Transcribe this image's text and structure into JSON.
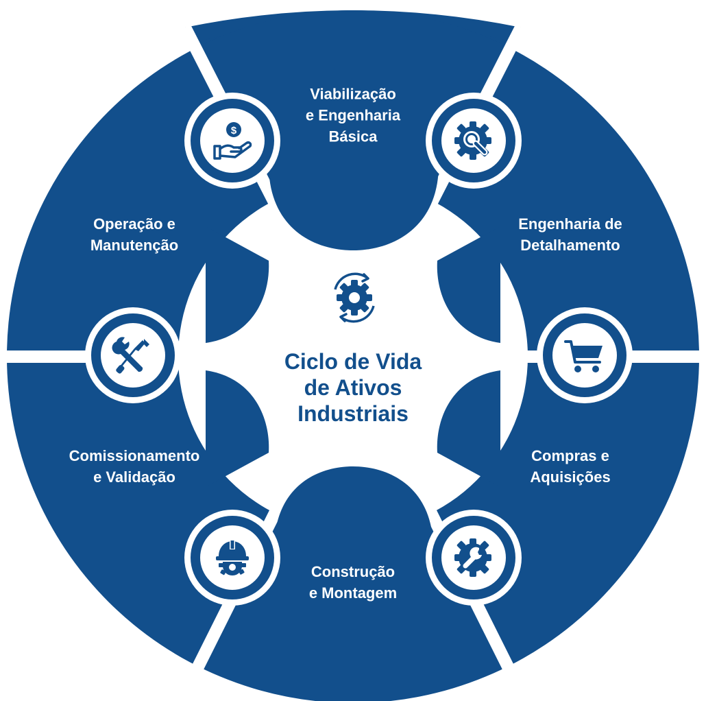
{
  "diagram": {
    "title_lines": [
      "Ciclo de Vida",
      "de Ativos",
      "Industriais"
    ],
    "center_icon": "cycle-gear-icon",
    "stages": [
      {
        "id": "viabilizacao",
        "lines": [
          "Viabilização",
          "e Engenharia",
          "Básica"
        ],
        "icon": "money-hand-icon"
      },
      {
        "id": "engenharia-detalhamento",
        "lines": [
          "Engenharia de",
          "Detalhamento"
        ],
        "icon": "gear-magnifier-icon"
      },
      {
        "id": "compras",
        "lines": [
          "Compras e",
          "Aquisições"
        ],
        "icon": "shopping-cart-icon"
      },
      {
        "id": "construcao",
        "lines": [
          "Construção",
          "e Montagem"
        ],
        "icon": "gear-wrench-icon"
      },
      {
        "id": "comissionamento",
        "lines": [
          "Comissionamento",
          "e Validação"
        ],
        "icon": "hard-hat-gear-icon"
      },
      {
        "id": "operacao",
        "lines": [
          "Operação e",
          "Manutenção"
        ],
        "icon": "wrench-screwdriver-icon"
      }
    ],
    "colors": {
      "primary": "#124f8c",
      "background": "#ffffff"
    }
  }
}
